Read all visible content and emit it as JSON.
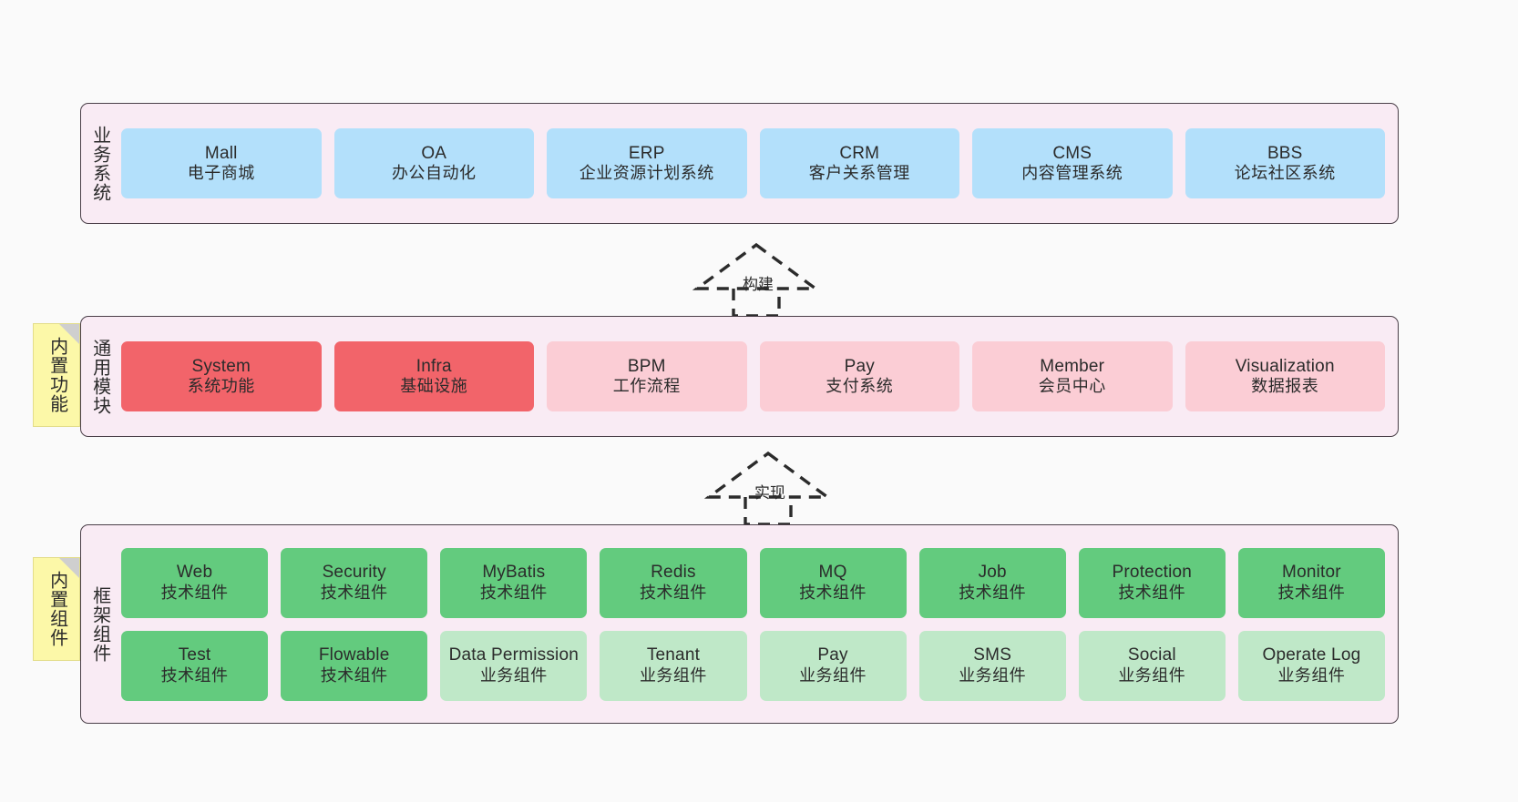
{
  "diagram": {
    "title": "ruoyi-vue-pro architecture layers",
    "background": "#fafafa",
    "layer_fill": "#f9ebf4",
    "layer_border": "#4a3f48",
    "sticky_fill": "#fcf8a8"
  },
  "layers": [
    {
      "id": "business",
      "caption": "业务系统",
      "rows": [
        {
          "boxes": [
            {
              "en": "Mall",
              "cn": "电子商城",
              "tone": "tone-blue",
              "color": "#b3e0fb"
            },
            {
              "en": "OA",
              "cn": "办公自动化",
              "tone": "tone-blue",
              "color": "#b3e0fb"
            },
            {
              "en": "ERP",
              "cn": "企业资源计划系统",
              "tone": "tone-blue",
              "color": "#b3e0fb"
            },
            {
              "en": "CRM",
              "cn": "客户关系管理",
              "tone": "tone-blue",
              "color": "#b3e0fb"
            },
            {
              "en": "CMS",
              "cn": "内容管理系统",
              "tone": "tone-blue",
              "color": "#b3e0fb"
            },
            {
              "en": "BBS",
              "cn": "论坛社区系统",
              "tone": "tone-blue",
              "color": "#b3e0fb"
            }
          ]
        }
      ]
    },
    {
      "id": "modules",
      "caption": "通用模块",
      "sticky": "内置功能",
      "rows": [
        {
          "boxes": [
            {
              "en": "System",
              "cn": "系统功能",
              "tone": "tone-red",
              "color": "#f2646a"
            },
            {
              "en": "Infra",
              "cn": "基础设施",
              "tone": "tone-red",
              "color": "#f2646a"
            },
            {
              "en": "BPM",
              "cn": "工作流程",
              "tone": "tone-pink",
              "color": "#fbcdd5"
            },
            {
              "en": "Pay",
              "cn": "支付系统",
              "tone": "tone-pink",
              "color": "#fbcdd5"
            },
            {
              "en": "Member",
              "cn": "会员中心",
              "tone": "tone-pink",
              "color": "#fbcdd5"
            },
            {
              "en": "Visualization",
              "cn": "数据报表",
              "tone": "tone-pink",
              "color": "#fbcdd5"
            }
          ]
        }
      ]
    },
    {
      "id": "framework",
      "caption": "框架组件",
      "sticky": "内置组件",
      "rows": [
        {
          "boxes": [
            {
              "en": "Web",
              "cn": "技术组件",
              "tone": "tone-green",
              "color": "#63cb7e"
            },
            {
              "en": "Security",
              "cn": "技术组件",
              "tone": "tone-green",
              "color": "#63cb7e"
            },
            {
              "en": "MyBatis",
              "cn": "技术组件",
              "tone": "tone-green",
              "color": "#63cb7e"
            },
            {
              "en": "Redis",
              "cn": "技术组件",
              "tone": "tone-green",
              "color": "#63cb7e"
            },
            {
              "en": "MQ",
              "cn": "技术组件",
              "tone": "tone-green",
              "color": "#63cb7e"
            },
            {
              "en": "Job",
              "cn": "技术组件",
              "tone": "tone-green",
              "color": "#63cb7e"
            },
            {
              "en": "Protection",
              "cn": "技术组件",
              "tone": "tone-green",
              "color": "#63cb7e"
            },
            {
              "en": "Monitor",
              "cn": "技术组件",
              "tone": "tone-green",
              "color": "#63cb7e"
            }
          ]
        },
        {
          "boxes": [
            {
              "en": "Test",
              "cn": "技术组件",
              "tone": "tone-green",
              "color": "#63cb7e"
            },
            {
              "en": "Flowable",
              "cn": "技术组件",
              "tone": "tone-green",
              "color": "#63cb7e"
            },
            {
              "en": "Data Permission",
              "cn": "业务组件",
              "tone": "tone-lightgreen",
              "color": "#bfe8c8"
            },
            {
              "en": "Tenant",
              "cn": "业务组件",
              "tone": "tone-lightgreen",
              "color": "#bfe8c8"
            },
            {
              "en": "Pay",
              "cn": "业务组件",
              "tone": "tone-lightgreen",
              "color": "#bfe8c8"
            },
            {
              "en": "SMS",
              "cn": "业务组件",
              "tone": "tone-lightgreen",
              "color": "#bfe8c8"
            },
            {
              "en": "Social",
              "cn": "业务组件",
              "tone": "tone-lightgreen",
              "color": "#bfe8c8"
            },
            {
              "en": "Operate Log",
              "cn": "业务组件",
              "tone": "tone-lightgreen",
              "color": "#bfe8c8"
            }
          ]
        }
      ]
    }
  ],
  "connectors": [
    {
      "id": "build",
      "label": "构建",
      "style": "dashed-generalization"
    },
    {
      "id": "implement",
      "label": "实现",
      "style": "dashed-generalization"
    }
  ]
}
